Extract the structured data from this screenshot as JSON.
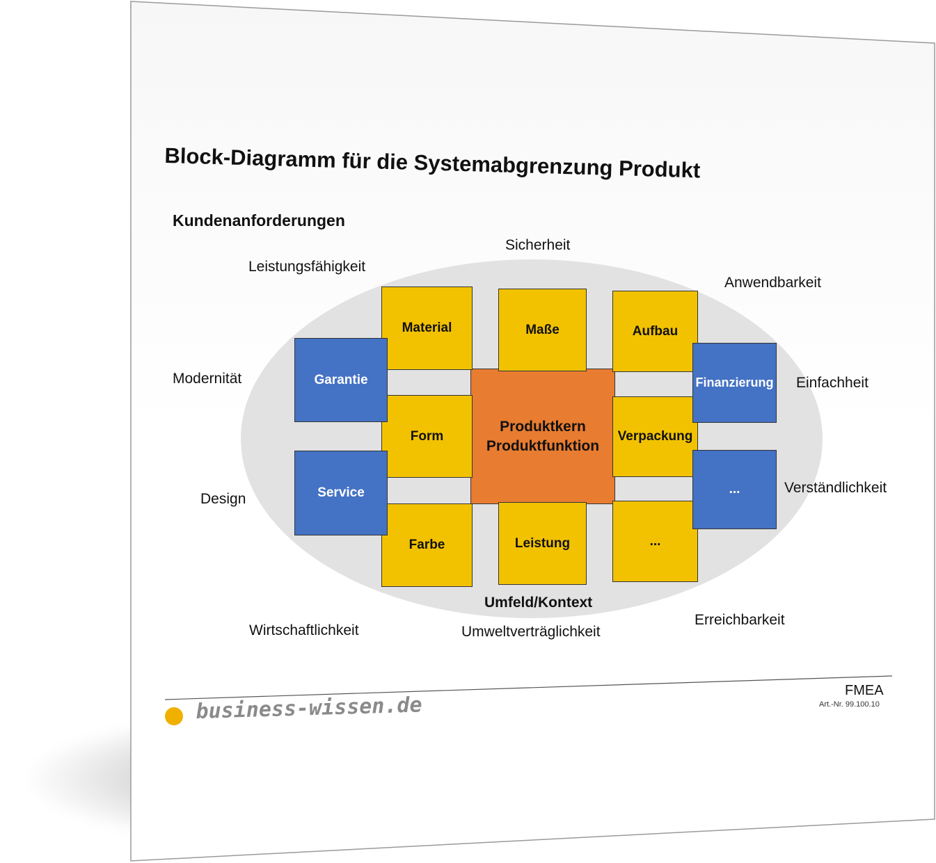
{
  "title": "Block-Diagramm für die Systemabgrenzung Produkt",
  "requirements_heading": "Kundenanforderungen",
  "context_label": "Umfeld/Kontext",
  "outer_labels": {
    "sicherheit": "Sicherheit",
    "leistungsfaehigkeit": "Leistungsfähigkeit",
    "anwendbarkeit": "Anwendbarkeit",
    "modernitaet": "Modernität",
    "einfachheit": "Einfachheit",
    "design": "Design",
    "verstaendlichkeit": "Verständlichkeit",
    "wirtschaftlichkeit": "Wirtschaftlichkeit",
    "umweltvertraeglichkeit": "Umweltverträglichkeit",
    "erreichbarkeit": "Erreichbarkeit"
  },
  "blocks": {
    "material": "Material",
    "masse": "Maße",
    "aufbau": "Aufbau",
    "form": "Form",
    "verpackung": "Verpackung",
    "farbe": "Farbe",
    "leistung": "Leistung",
    "more_yellow": "...",
    "garantie": "Garantie",
    "service": "Service",
    "finanzierung": "Finanzierung",
    "more_blue": "...",
    "core_line1": "Produktkern",
    "core_line2": "Produktfunktion"
  },
  "footer": {
    "logo_text": "business-wissen.de",
    "doc_type": "FMEA",
    "article_no": "Art.-Nr. 99.100.10"
  },
  "colors": {
    "yellow": "#f2c200",
    "blue": "#4472c4",
    "orange": "#e87c30",
    "ellipse": "#e2e2e2",
    "logo_dot": "#f0b000",
    "logo_text": "#8a8a8a"
  }
}
